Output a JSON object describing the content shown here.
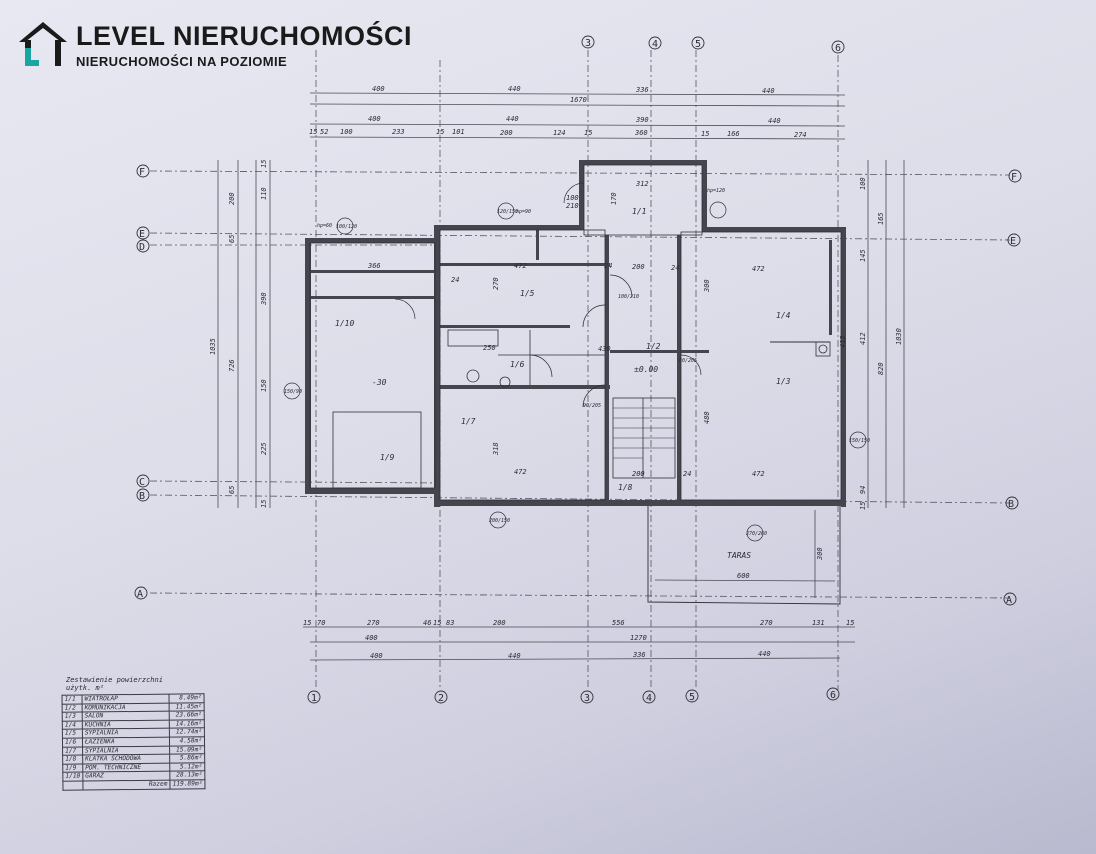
{
  "logo": {
    "title": "LEVEL NIERUCHOMOŚCI",
    "subtitle": "NIERUCHOMOŚCI NA POZIOMIE",
    "icon": "house-icon",
    "colors": {
      "roof": "#1b1b1b",
      "accent": "#1aa6a0"
    }
  },
  "plan": {
    "axis_labels_vertical": [
      "1",
      "2",
      "3",
      "4",
      "5",
      "6"
    ],
    "axis_labels_horizontal": [
      "F",
      "E",
      "D",
      "C",
      "B",
      "A"
    ],
    "rooms": [
      {
        "id": "1/1"
      },
      {
        "id": "1/2"
      },
      {
        "id": "1/3"
      },
      {
        "id": "1/4"
      },
      {
        "id": "1/5"
      },
      {
        "id": "1/6"
      },
      {
        "id": "1/7"
      },
      {
        "id": "1/8"
      },
      {
        "id": "1/9"
      },
      {
        "id": "1/10"
      }
    ],
    "terrace_label": "TARAS",
    "terrace_width": "600",
    "terrace_depth": "300",
    "level_main": "±0.00",
    "level_garage": "-30",
    "top_dims_row1": [
      "400",
      "440",
      "336",
      "440"
    ],
    "top_dims_total": "1670",
    "top_dims_row3": [
      "400",
      "440",
      "390",
      "440"
    ],
    "top_dims_row4": [
      "15",
      "52",
      "100",
      "233",
      "15",
      "101",
      "200",
      "124",
      "15",
      "360",
      "15",
      "166",
      "274"
    ],
    "bottom_dims_row1": [
      "15",
      "70",
      "270",
      "46",
      "15",
      "83",
      "200",
      "556",
      "270",
      "131",
      "15"
    ],
    "bottom_dims_row2": [
      "400",
      "1270"
    ],
    "bottom_dims_row3": [
      "400",
      "440",
      "336",
      "440"
    ],
    "room_dims": [
      "366",
      "472",
      "472",
      "472",
      "472",
      "200",
      "200",
      "24",
      "24",
      "24",
      "24",
      "312",
      "250",
      "430",
      "270",
      "318",
      "300",
      "480",
      "412",
      "170",
      "100",
      "210"
    ],
    "left_dims": [
      "1035",
      "726",
      "200",
      "65",
      "390",
      "150",
      "225",
      "65",
      "15",
      "110",
      "15"
    ],
    "right_dims": [
      "1030",
      "820",
      "145",
      "412",
      "94",
      "15",
      "100",
      "165"
    ],
    "window_marks": [
      "100/120",
      "120/150",
      "hp=60",
      "hp=90",
      "150/90",
      "200/150",
      "270/260",
      "150/150",
      "hp=120",
      "100/210",
      "90/205",
      "80/205"
    ]
  },
  "area_table": {
    "heading_line1": "Zestawienie powierzchni",
    "heading_line2": "użytk. m²",
    "rows": [
      {
        "num": "1/1",
        "name": "WIATROŁAP",
        "area": "8.49m²"
      },
      {
        "num": "1/2",
        "name": "KOMUNIKACJA",
        "area": "11.45m²"
      },
      {
        "num": "1/3",
        "name": "SALON",
        "area": "23.66m²"
      },
      {
        "num": "1/4",
        "name": "KUCHNIA",
        "area": "14.16m²"
      },
      {
        "num": "1/5",
        "name": "SYPIALNIA",
        "area": "12.74m²"
      },
      {
        "num": "1/6",
        "name": "ŁAZIENKA",
        "area": "4.58m²"
      },
      {
        "num": "1/7",
        "name": "SYPIALNIA",
        "area": "15.09m²"
      },
      {
        "num": "1/8",
        "name": "KLATKA SCHODOWA",
        "area": "5.86m²"
      },
      {
        "num": "1/9",
        "name": "POM. TECHNICZNE",
        "area": "5.12m²"
      },
      {
        "num": "1/10",
        "name": "GARAŻ",
        "area": "28.13m²"
      }
    ],
    "total_label": "Razem",
    "total_value": "119.89m²"
  }
}
